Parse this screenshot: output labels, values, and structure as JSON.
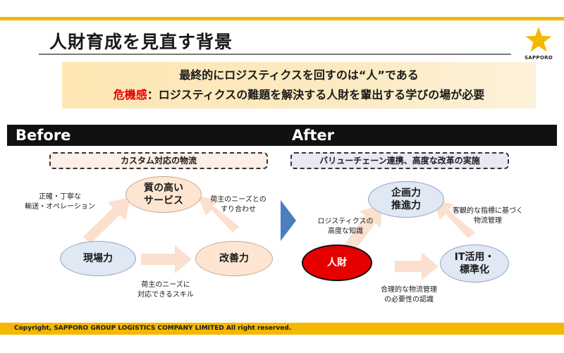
{
  "header": {
    "title": "人財育成を見直す背景",
    "logo_text": "SAPPORO"
  },
  "banner": {
    "line1": "最終的にロジスティクスを回すのは“人”である",
    "crisis_label": "危機感",
    "crisis_sep": "：",
    "line2_rest": "ロジスティクスの難題を解決する人財を輩出する学びの場が必要"
  },
  "before": {
    "tag": "Before",
    "heading": "カスタム対応の物流",
    "node_top": [
      "質の高い",
      "サービス"
    ],
    "node_left": "現場力",
    "node_right": "改善力",
    "label_left": [
      "正確・丁寧な",
      "輸送・オペレーション"
    ],
    "label_right": [
      "荷主のニーズとの",
      "すり合わせ"
    ],
    "label_bottom": [
      "荷主のニーズに",
      "対応できるスキル"
    ]
  },
  "after": {
    "tag": "After",
    "heading": "バリューチェーン連携、高度な改革の実施",
    "node_top": [
      "企画力",
      "推進力"
    ],
    "node_left": "人財",
    "node_right": [
      "IT活用・",
      "標準化"
    ],
    "label_left": [
      "ロジスティクスの",
      "高度な知識"
    ],
    "label_right": [
      "客観的な指標に基づく",
      "物流管理"
    ],
    "label_bottom": [
      "合理的な物流管理",
      "の必要性の認識"
    ]
  },
  "footer": {
    "copyright": "Copyright, SAPPORO GROUP LOGISTICS COMPANY LIMITED All right reserved."
  },
  "colors": {
    "brand_yellow": "#f5b800",
    "banner_bg": "#fde6b3",
    "crisis_red": "#e60000",
    "before_pill_bg": "#fdeee6",
    "after_pill_bg": "#eae8f3",
    "node_peach": "#fde5d2",
    "node_blue": "#dfe8f3",
    "node_red": "#e60000",
    "arrow_peach": "#fbe0cf",
    "transition_arrow": "#4a7ec0"
  }
}
